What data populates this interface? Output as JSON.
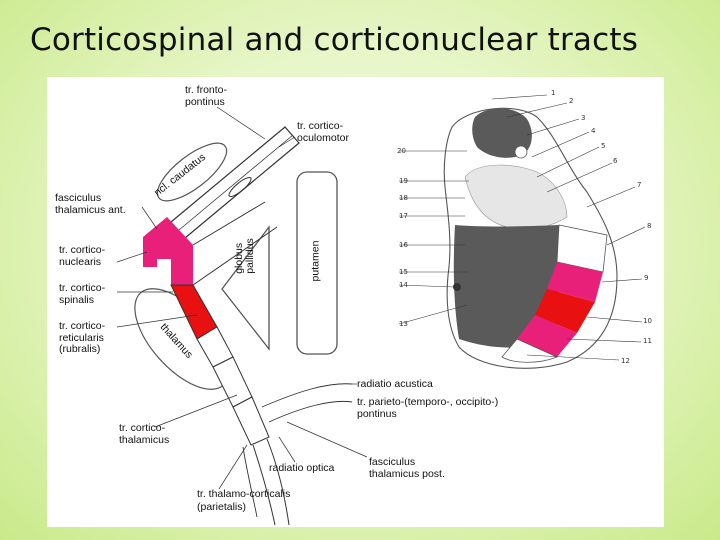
{
  "slide": {
    "title": "Corticospinal and corticonuclear tracts"
  },
  "labels": {
    "fronto_pontinus": "tr. fronto-\npontinus",
    "cortico_oculomotor": "tr. cortico-\noculomotor",
    "ncl_caudatus": "ncl. caudatus",
    "fasciculus_thalamicus_ant": "fasciculus\nthalamicus ant.",
    "cortico_nuclearis": "tr. cortico-\nnuclearis",
    "cortico_spinalis": "tr. cortico-\nspinalis",
    "cortico_reticularis": "tr. cortico-\nreticularis\n(rubralis)",
    "globus_pallidus": "globus\npallidus",
    "putamen": "putamen",
    "thalamus": "thalamus",
    "radiatio_acustica": "radiatio acustica",
    "parieto_pontinus": "tr. parieto-(temporo-, occipito-)\npontinus",
    "cortico_thalamicus": "tr. cortico-\nthalamicus",
    "radiatio_optica": "radiatio optica",
    "fasciculus_thalamicus_post": "fasciculus\nthalamicus post.",
    "thalamo_corticalis": "tr. thalamo-corticalis",
    "parietalis": "(parietalis)"
  },
  "numbers": [
    "1",
    "2",
    "3",
    "4",
    "5",
    "6",
    "7",
    "8",
    "9",
    "10",
    "11",
    "12",
    "13",
    "14",
    "15",
    "16",
    "17",
    "18",
    "19",
    "20"
  ],
  "colors": {
    "magenta": "#e8207a",
    "red": "#e81010",
    "dark_gray": "#5a5a5a",
    "accent_green": "#c9ea8a"
  }
}
